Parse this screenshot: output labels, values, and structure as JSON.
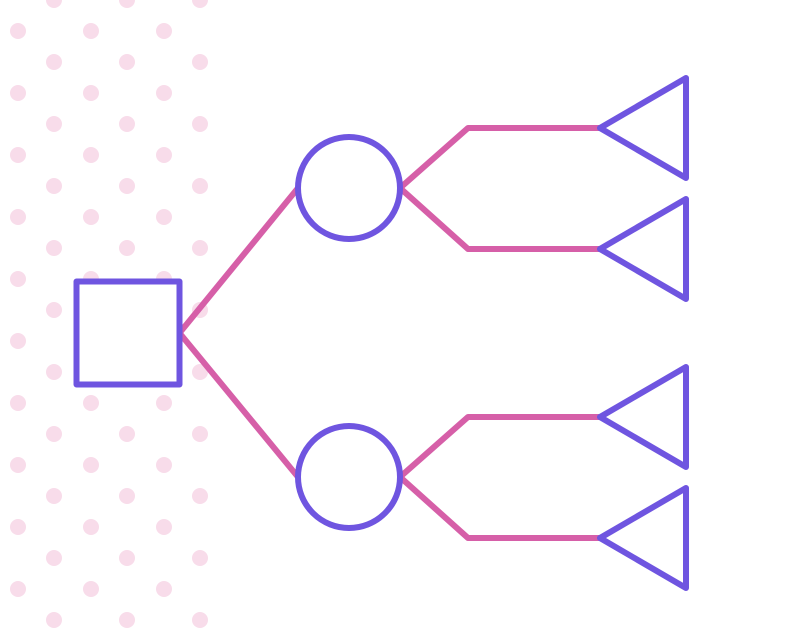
{
  "diagram": {
    "type": "decision-tree",
    "colors": {
      "background": "#ffffff",
      "node_stroke": "#6f55e0",
      "edge_stroke": "#d65fa8",
      "dot_fill": "#f8dcea"
    },
    "nodes": [
      {
        "id": "decision",
        "shape": "square",
        "role": "decision-node"
      },
      {
        "id": "chance-top",
        "shape": "circle",
        "role": "chance-node"
      },
      {
        "id": "chance-bottom",
        "shape": "circle",
        "role": "chance-node"
      },
      {
        "id": "end-1",
        "shape": "triangle",
        "role": "end-node"
      },
      {
        "id": "end-2",
        "shape": "triangle",
        "role": "end-node"
      },
      {
        "id": "end-3",
        "shape": "triangle",
        "role": "end-node"
      },
      {
        "id": "end-4",
        "shape": "triangle",
        "role": "end-node"
      }
    ],
    "edges": [
      {
        "from": "decision",
        "to": "chance-top"
      },
      {
        "from": "decision",
        "to": "chance-bottom"
      },
      {
        "from": "chance-top",
        "to": "end-1"
      },
      {
        "from": "chance-top",
        "to": "end-2"
      },
      {
        "from": "chance-bottom",
        "to": "end-3"
      },
      {
        "from": "chance-bottom",
        "to": "end-4"
      }
    ]
  }
}
